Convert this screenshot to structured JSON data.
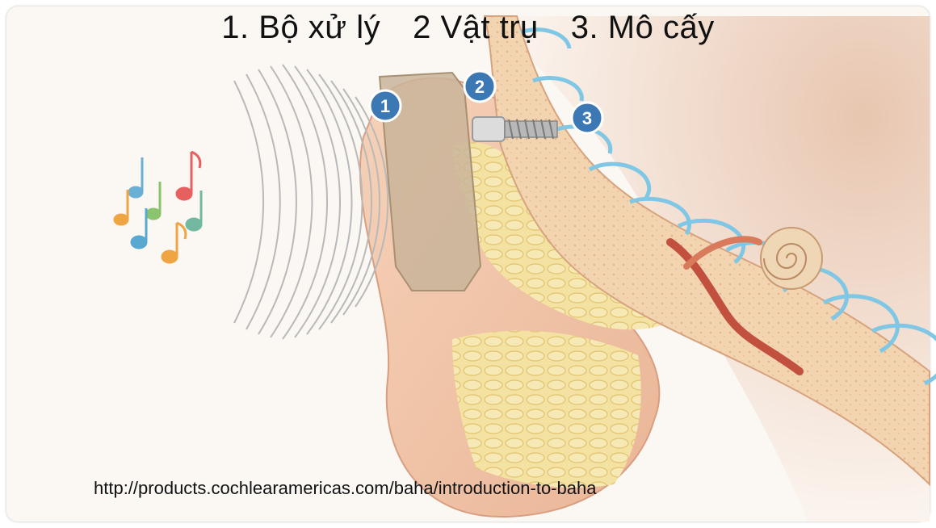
{
  "caption": {
    "item1": "1. Bộ xử lý",
    "item2": "2 Vật trụ",
    "item3": "3. Mô cấy"
  },
  "markers": [
    "1",
    "2",
    "3"
  ],
  "source_url": "http://products.cochlearamericas.com/baha/introduction-to-baha",
  "colors": {
    "marker_blue": "#3c78b4",
    "skin": "#f2c7a6",
    "bone": "#f3d9b8",
    "fat": "#f1dc8a",
    "ring": "#7fc7e4"
  }
}
